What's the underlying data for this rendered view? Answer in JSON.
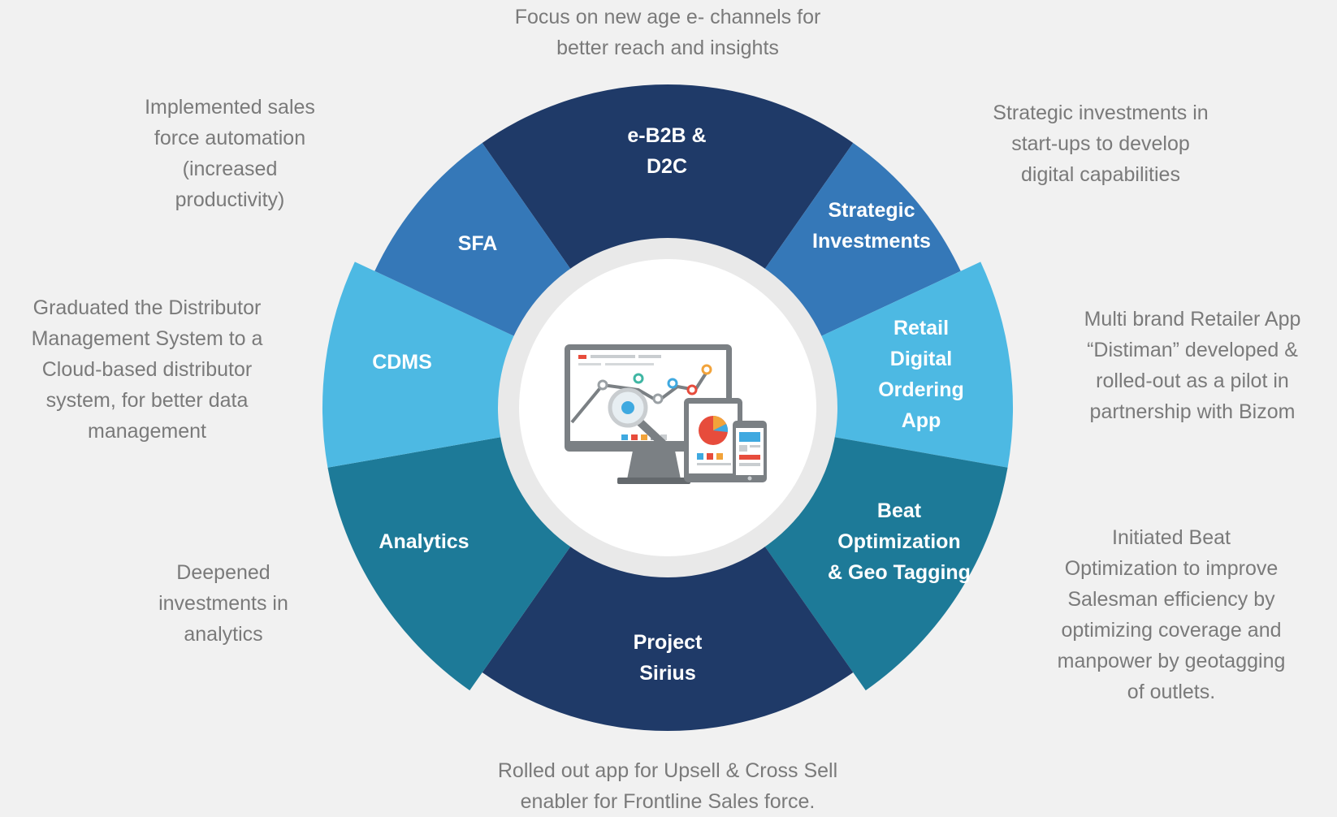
{
  "colors": {
    "background": "#f1f1f1",
    "navy": "#1f3a68",
    "mid_blue": "#3578b8",
    "light_blue": "#4db9e3",
    "teal": "#1d7a98",
    "inner_ring": "#e8e8e8",
    "inner_core": "#ffffff",
    "desc_text": "#7a7a7a"
  },
  "segments": [
    {
      "id": "e-b2b",
      "label": "e-B2B &\nD2C",
      "color_key": "navy"
    },
    {
      "id": "strategic",
      "label": "Strategic\nInvestments",
      "color_key": "mid_blue"
    },
    {
      "id": "retail",
      "label": "Retail\nDigital\nOrdering\nApp",
      "color_key": "light_blue"
    },
    {
      "id": "beat",
      "label": "Beat\nOptimization\n& Geo Tagging",
      "color_key": "teal"
    },
    {
      "id": "sirius",
      "label": "Project\nSirius",
      "color_key": "navy"
    },
    {
      "id": "analytics",
      "label": "Analytics",
      "color_key": "teal"
    },
    {
      "id": "cdms",
      "label": "CDMS",
      "color_key": "light_blue"
    },
    {
      "id": "sfa",
      "label": "SFA",
      "color_key": "mid_blue"
    }
  ],
  "descriptions": {
    "e-b2b": "Focus on new age e- channels for\nbetter reach and insights",
    "strategic": "Strategic investments in\nstart-ups to develop\ndigital capabilities",
    "retail": "Multi brand Retailer App\n“Distiman” developed &\nrolled-out as a pilot in\npartnership with Bizom",
    "beat": "Initiated Beat\nOptimization to improve\nSalesman efficiency by\noptimizing coverage and\nmanpower by geotagging\nof outlets.",
    "sirius": "Rolled out app for Upsell & Cross Sell\nenabler for Frontline Sales force.",
    "analytics": "Deepened\ninvestments in\nanalytics",
    "cdms": "Graduated the Distributor\nManagement System to a\nCloud-based distributor\nsystem, for better data\nmanagement",
    "sfa": "Implemented sales\nforce automation\n(increased\nproductivity)"
  },
  "center_icon": "analytics-dashboard-devices-icon"
}
